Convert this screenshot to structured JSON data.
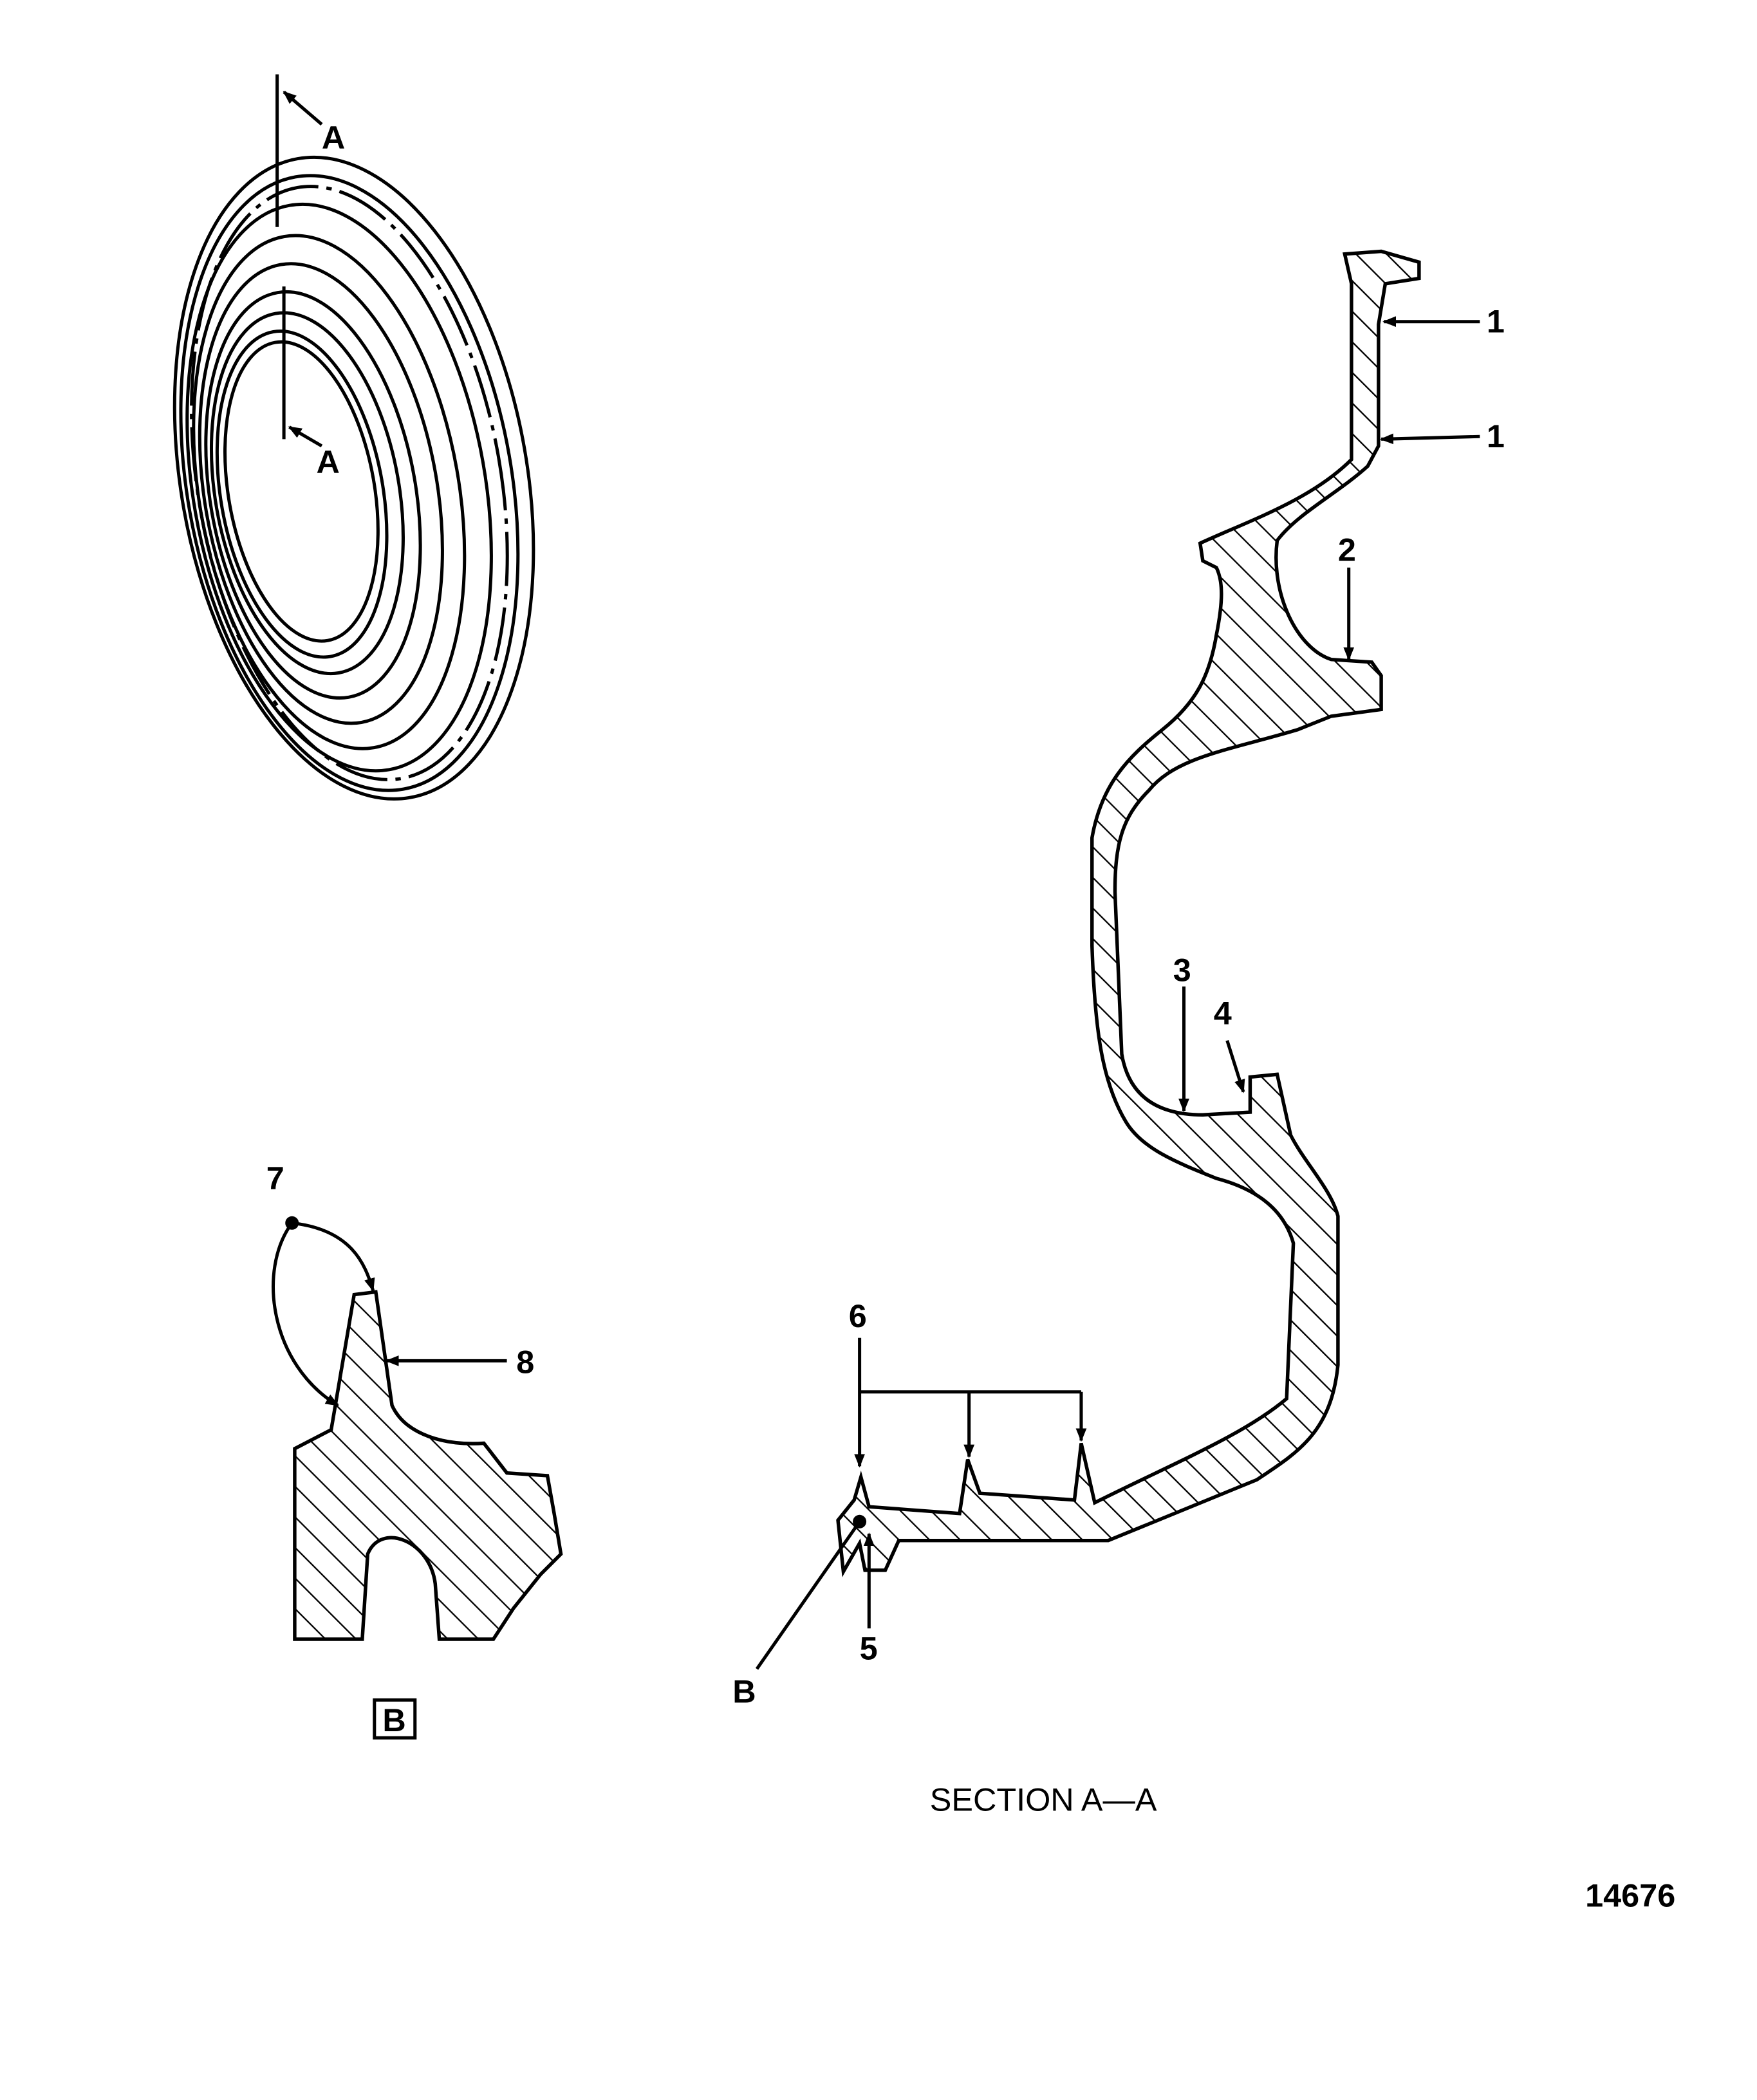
{
  "figure_number": "14676",
  "section_marker_top": "A",
  "section_marker_bottom": "A",
  "section_title": "SECTION A—A",
  "detail_label": "B",
  "detail_callout": "B",
  "callouts": {
    "c1a": "1",
    "c1b": "1",
    "c2": "2",
    "c3": "3",
    "c4": "4",
    "c5": "5",
    "c6": "6",
    "c7": "7",
    "c8": "8"
  },
  "colors": {
    "ink": "#000000",
    "paper": "#ffffff"
  }
}
